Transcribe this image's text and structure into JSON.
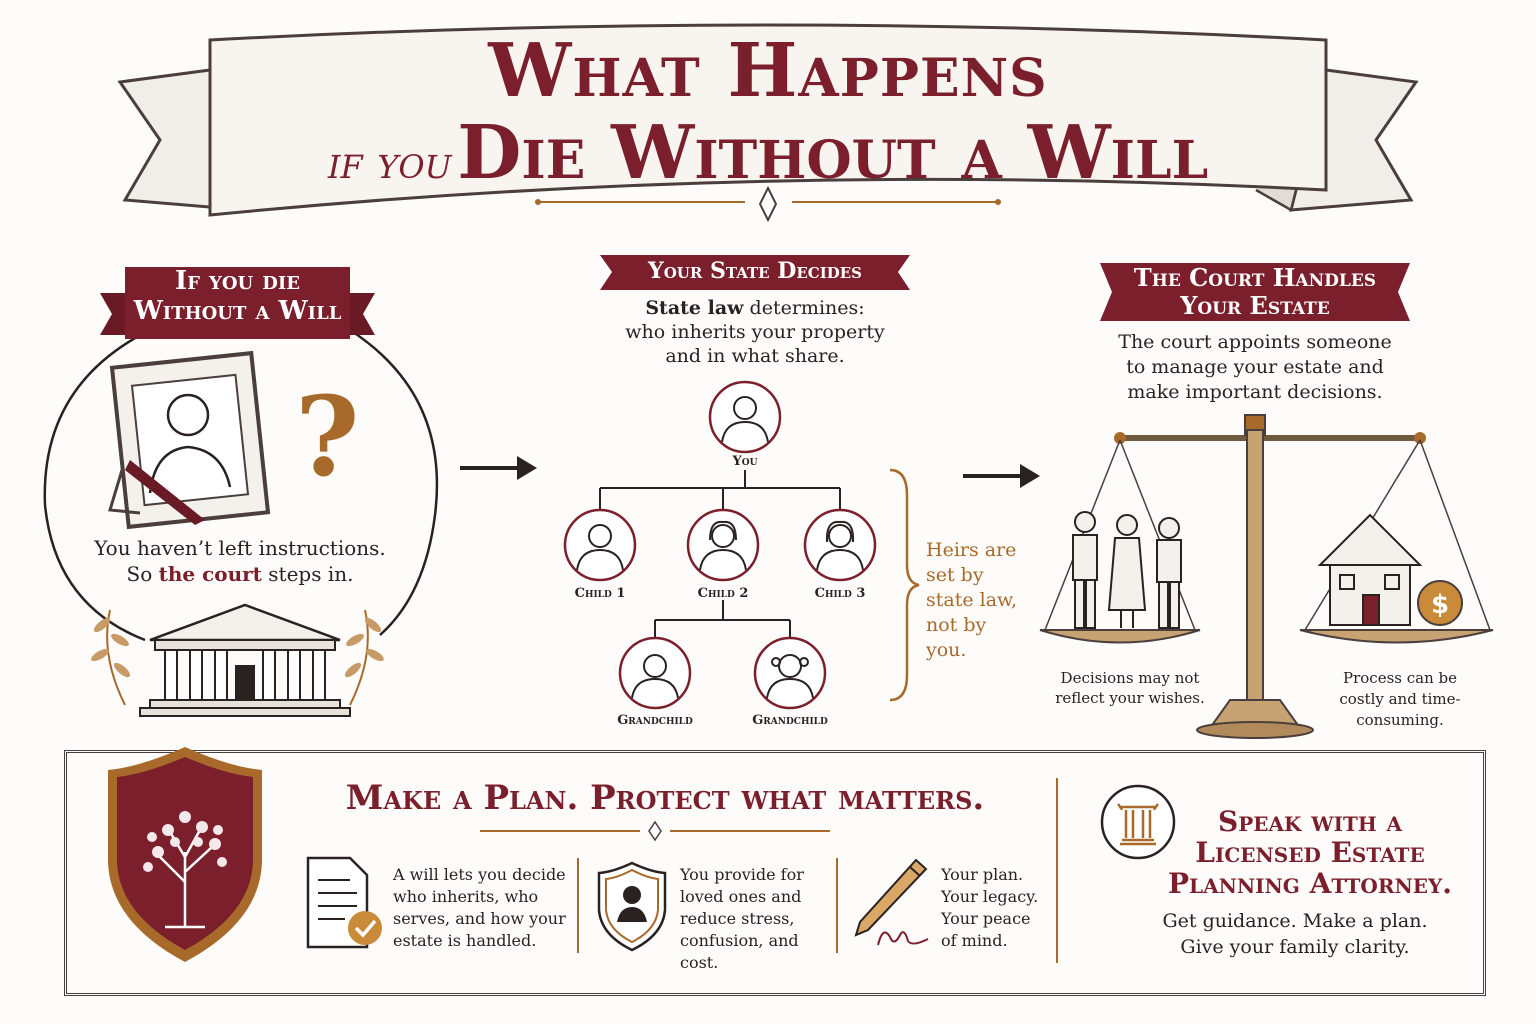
{
  "title": {
    "line1": "What Happens",
    "line2_prefix": "if you",
    "line2_main": "Die Without a Will"
  },
  "section1": {
    "banner_line1": "If you die",
    "banner_line2": "Without a Will",
    "text_line1": "You haven’t left instructions.",
    "text_so": "So ",
    "text_court": "the court",
    "text_end": " steps in."
  },
  "section2": {
    "banner": "Your State Decides",
    "text_bold": "State law",
    "text_rest": " determines:",
    "text_line2": "who inherits your property",
    "text_line3": "and in what share.",
    "nodes": {
      "you": "You",
      "child1": "Child 1",
      "child2": "Child 2",
      "child3": "Child 3",
      "grandchild1": "Grandchild",
      "grandchild2": "Grandchild"
    },
    "heirs_note": [
      "Heirs are",
      "set by",
      "state law,",
      "not by",
      "you."
    ]
  },
  "section3": {
    "banner_line1": "The Court Handles",
    "banner_line2": "Your Estate",
    "text_line1": "The court appoints someone",
    "text_line2": "to manage your estate and",
    "text_line3": "make important decisions.",
    "left_note": [
      "Decisions may not",
      "reflect your wishes."
    ],
    "right_note": [
      "Process can be",
      "costly and time-",
      "consuming."
    ]
  },
  "bottom": {
    "headline": "Make a Plan. Protect what matters.",
    "item1": [
      "A will lets you decide",
      "who inherits, who",
      "serves, and how your",
      "estate is handled."
    ],
    "item2": [
      "You provide for",
      "loved ones and",
      "reduce stress,",
      "confusion, and cost."
    ],
    "item3": [
      "Your plan.",
      "Your legacy.",
      "Your peace",
      "of mind."
    ],
    "cta_line1": "Speak with a",
    "cta_line2": "Licensed Estate",
    "cta_line3": "Planning Attorney.",
    "cta_sub1": "Get guidance. Make a plan.",
    "cta_sub2": "Give your family clarity."
  },
  "colors": {
    "maroon": "#7a1f2b",
    "gold": "#a86a2a",
    "ink": "#2a2220"
  }
}
